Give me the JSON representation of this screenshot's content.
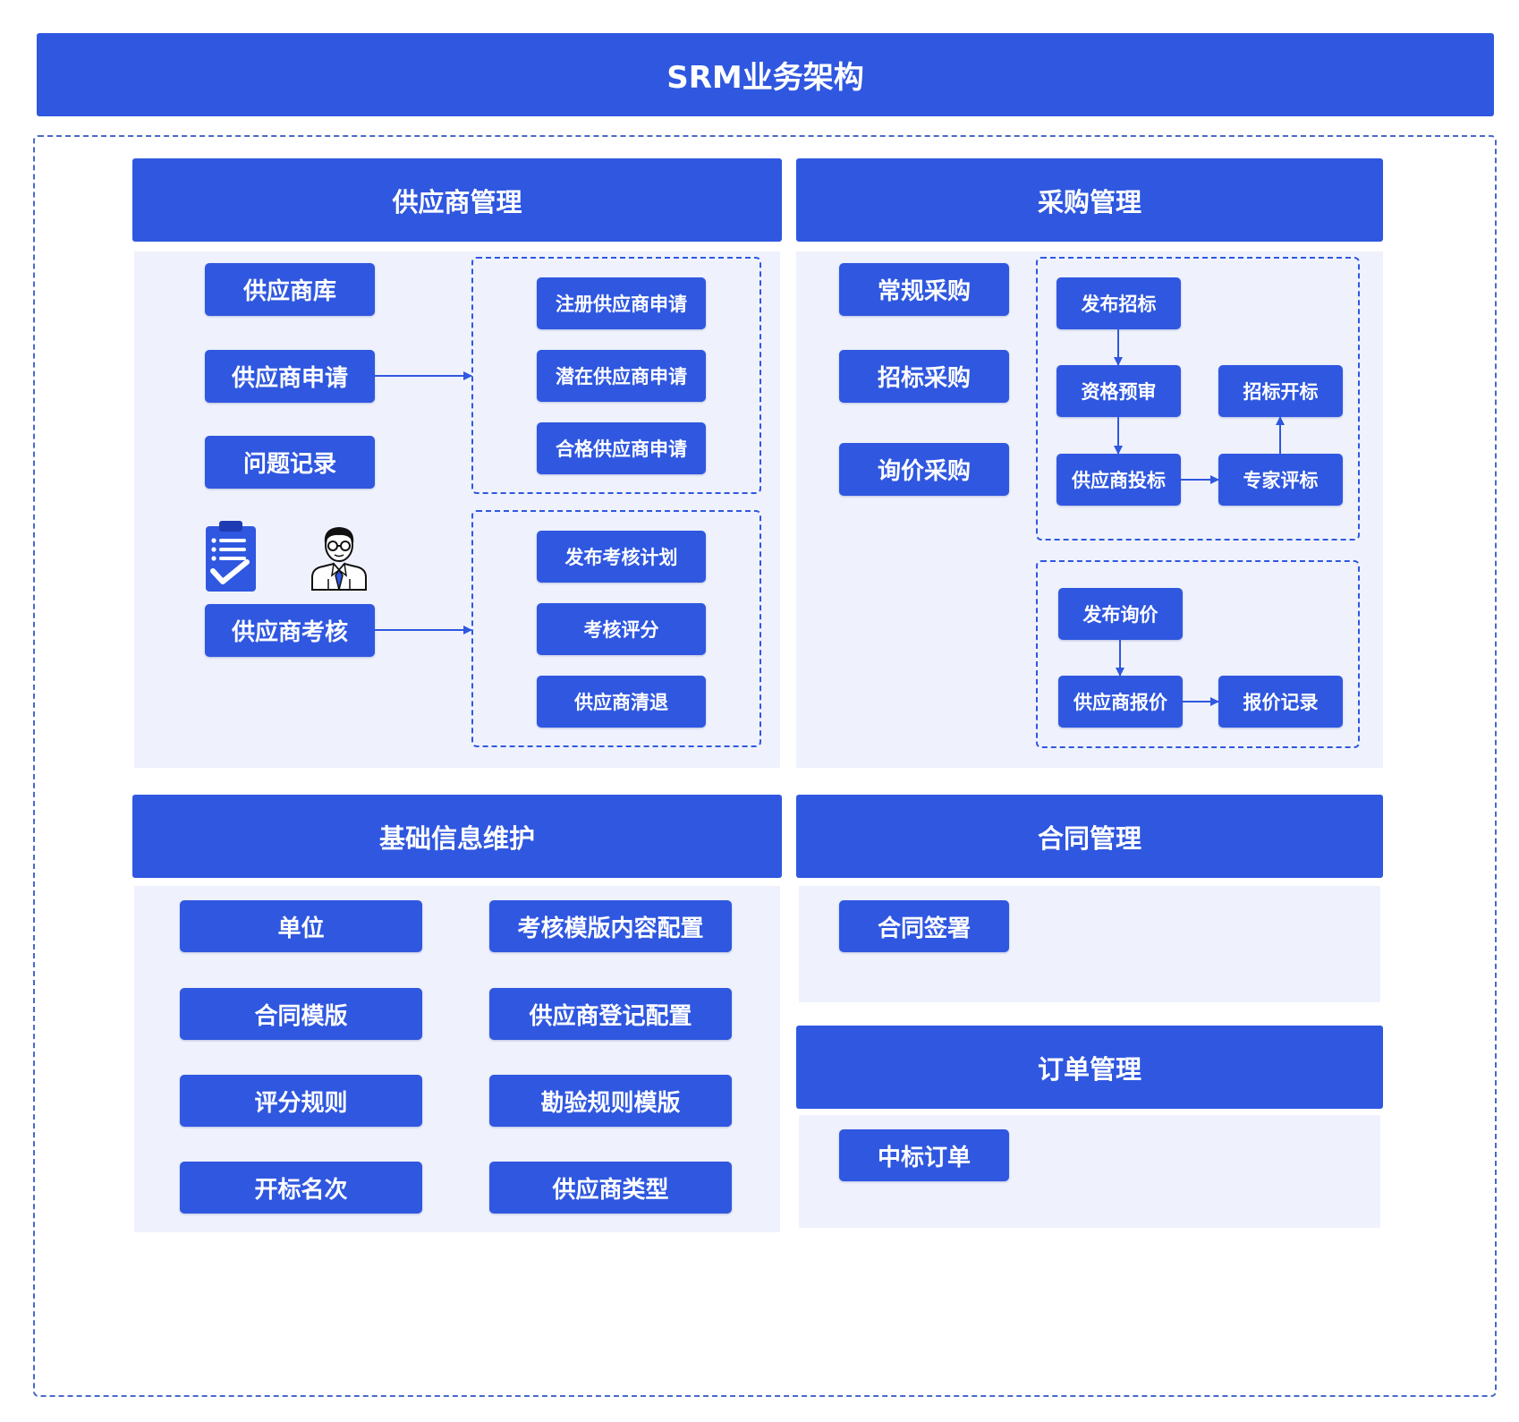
{
  "title": "SRM业务架构",
  "sections": {
    "supplier": {
      "title": "供应商管理",
      "left_items": [
        "供应商库",
        "供应商申请",
        "问题记录",
        "供应商考核"
      ],
      "application_items": [
        "注册供应商申请",
        "潜在供应商申请",
        "合格供应商申请"
      ],
      "assessment_items": [
        "发布考核计划",
        "考核评分",
        "供应商清退"
      ]
    },
    "purchase": {
      "title": "采购管理",
      "left_items": [
        "常规采购",
        "招标采购",
        "询价采购"
      ],
      "tender_flow": [
        "发布招标",
        "资格预审",
        "招标开标",
        "供应商投标",
        "专家评标"
      ],
      "inquiry_flow": [
        "发布询价",
        "供应商报价",
        "报价记录"
      ]
    },
    "basic": {
      "title": "基础信息维护",
      "items": [
        "单位",
        "考核模版内容配置",
        "合同模版",
        "供应商登记配置",
        "评分规则",
        "勘验规则模版",
        "开标名次",
        "供应商类型"
      ]
    },
    "contract": {
      "title": "合同管理",
      "items": [
        "合同签署"
      ]
    },
    "order": {
      "title": "订单管理",
      "items": [
        "中标订单"
      ]
    }
  },
  "icons": [
    "clipboard-checklist-icon",
    "person-avatar-icon"
  ],
  "colors": {
    "primary": "#2f57e0",
    "panel": "#eff2fc"
  }
}
